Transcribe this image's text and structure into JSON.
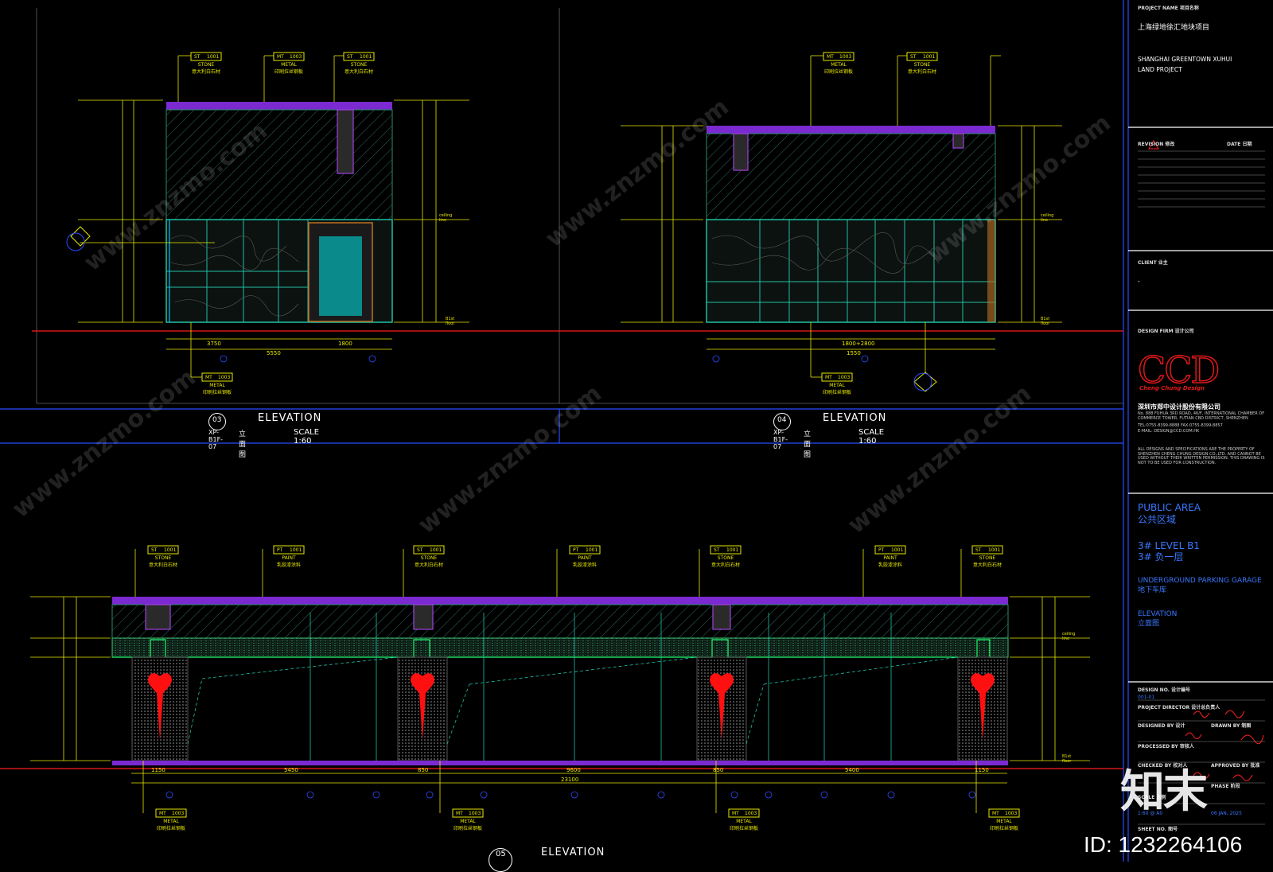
{
  "drawings": [
    {
      "id": "03",
      "ref": "XP-B1F-07",
      "title": "ELEVATION",
      "title_cn": "立面图",
      "scale": "SCALE 1:60",
      "top_tags": [
        {
          "code": "ST",
          "num": "1001",
          "name": "STONE",
          "cn": "意大利白石材"
        },
        {
          "code": "MT",
          "num": "1003",
          "name": "METAL",
          "cn": "印刷拉丝钢板"
        },
        {
          "code": "ST",
          "num": "1001",
          "name": "STONE",
          "cn": "意大利白石材"
        }
      ],
      "bottom_tag": {
        "code": "MT",
        "num": "1003",
        "name": "METAL",
        "cn": "印刷拉丝钢板"
      },
      "dims": [
        "3750",
        "1800",
        "5550"
      ]
    },
    {
      "id": "04",
      "ref": "XP-B1F-07",
      "title": "ELEVATION",
      "title_cn": "立面图",
      "scale": "SCALE 1:60",
      "top_tags": [
        {
          "code": "MT",
          "num": "1003",
          "name": "METAL",
          "cn": "印刷拉丝钢板"
        },
        {
          "code": "ST",
          "num": "1001",
          "name": "STONE",
          "cn": "意大利白石材"
        }
      ],
      "bottom_tag": {
        "code": "MT",
        "num": "1003",
        "name": "METAL",
        "cn": "印刷拉丝钢板"
      },
      "dims": [
        "1800+2800",
        "1550"
      ]
    },
    {
      "id": "05",
      "title": "ELEVATION",
      "top_tags": [
        {
          "code": "ST",
          "num": "1001",
          "name": "STONE",
          "cn": "意大利白石材"
        },
        {
          "code": "PT",
          "num": "1001",
          "name": "PAINT",
          "cn": "乳胶漆涂料"
        },
        {
          "code": "ST",
          "num": "1001",
          "name": "STONE",
          "cn": "意大利白石材"
        },
        {
          "code": "PT",
          "num": "1001",
          "name": "PAINT",
          "cn": "乳胶漆涂料"
        },
        {
          "code": "ST",
          "num": "1001",
          "name": "STONE",
          "cn": "意大利白石材"
        },
        {
          "code": "PT",
          "num": "1001",
          "name": "PAINT",
          "cn": "乳胶漆涂料"
        },
        {
          "code": "ST",
          "num": "1001",
          "name": "STONE",
          "cn": "意大利白石材"
        }
      ],
      "bottom_tags": [
        {
          "code": "MT",
          "num": "1003",
          "name": "METAL",
          "cn": "印刷拉丝钢板"
        },
        {
          "code": "MT",
          "num": "1003",
          "name": "METAL",
          "cn": "印刷拉丝钢板"
        },
        {
          "code": "MT",
          "num": "1003",
          "name": "METAL",
          "cn": "印刷拉丝钢板"
        },
        {
          "code": "MT",
          "num": "1003",
          "name": "METAL",
          "cn": "印刷拉丝钢板"
        }
      ],
      "dims": [
        "1150",
        "5450",
        "850",
        "9600",
        "850",
        "5400",
        "1150",
        "23100"
      ]
    }
  ],
  "level_labels": {
    "ceiling": "ceiling line",
    "floor": "B1st floor"
  },
  "title_block": {
    "project_name_label": "PROJECT NAME 项目名称",
    "project_name_cn": "上海绿地徐汇地块项目",
    "project_name_en_1": "SHANGHAI GREENTOWN XUHUI",
    "project_name_en_2": "LAND PROJECT",
    "revision_label": "REVISION 修改",
    "date_label": "DATE 日期",
    "client_label": "CLIENT 业主",
    "client_value": "-",
    "design_firm_label": "DESIGN FIRM 设计公司",
    "logo": "CCD",
    "logo_sub": "Cheng Chung Design",
    "firm_cn": "深圳市郑中设计股份有限公司",
    "firm_addr": "No. 888 FUHUA 3RD ROAD, 46/F, INTERNATIONAL CHAMBER OF COMMERCE TOWER, FUTIAN CBD DISTRICT, SHENZHEN",
    "firm_tel": "TEL:0755-8399-8888   FAX:0755-8399-8857",
    "firm_email": "E-MAIL: DESIGN@CCD.COM.HK",
    "disclaimer": "ALL DESIGNS AND SPECIFICATIONS ARE THE PROPERTY OF SHENZHEN CHENG CHUNG DESIGN CO.,LTD. AND CANNOT BE USED WITHOUT THEIR WRITTEN PERMISSION. THIS DRAWING IS NOT TO BE USED FOR CONSTRUCTION.",
    "area_en": "PUBLIC AREA",
    "area_cn": "公共区域",
    "level_en": "3# LEVEL B1",
    "level_cn": "3# 负一层",
    "zone_en": "UNDERGROUND PARKING GARAGE",
    "zone_cn": "地下车库",
    "sheet_en": "ELEVATION",
    "sheet_cn": "立面图",
    "design_no_label": "DESIGN NO. 设计编号",
    "design_no": "001-01",
    "project_director_label": "PROJECT DIRECTOR 设计总负责人",
    "designed_by_label": "DESIGNED BY 设计",
    "drawn_by_label": "DRAWN BY 制图",
    "processed_by_label": "PROCESSED BY 审核人",
    "checked_by_label": "CHECKED BY 校对人",
    "approved_by_label": "APPROVED BY 批准",
    "phase_label": "PHASE 阶段",
    "scale_label": "SCALE 比例",
    "scale_value": "1:60 @ A0",
    "date_value": "06 JAN, 2025",
    "sheet_no_label": "SHEET NO. 图号"
  },
  "watermark": {
    "id": "ID: 1232264106",
    "brand": "知末",
    "url": "www.znzmo.com"
  }
}
